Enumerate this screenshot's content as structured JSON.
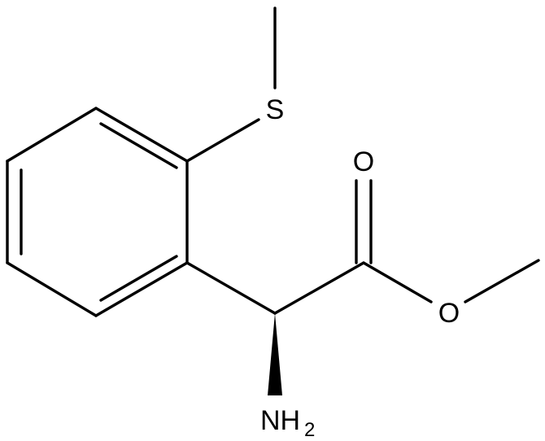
{
  "atoms": {
    "sulfur": {
      "symbol": "S"
    },
    "carbonyl_oxygen": {
      "symbol": "O"
    },
    "ester_oxygen": {
      "symbol": "O"
    },
    "amine": {
      "symbol": "NH",
      "subscript": "2"
    }
  },
  "colors": {
    "bond": "#000000",
    "background": "#ffffff"
  }
}
